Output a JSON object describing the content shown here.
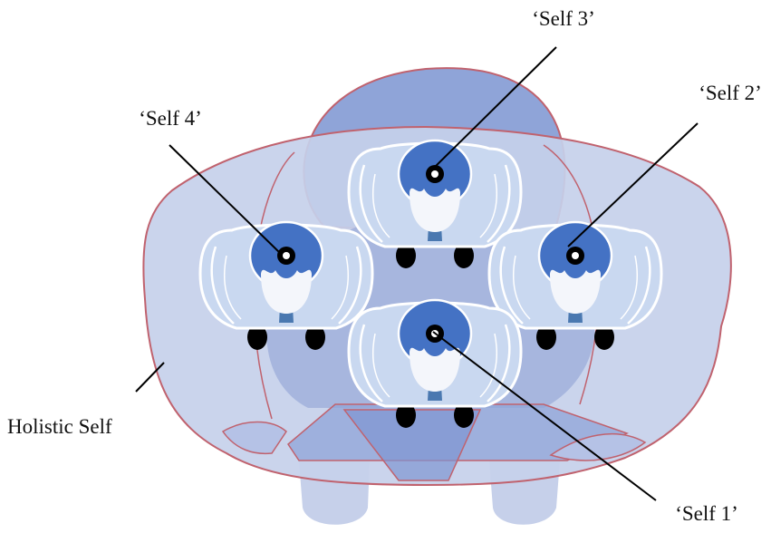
{
  "labels": {
    "self1": "‘Self 1’",
    "self2": "‘Self 2’",
    "self3": "‘Self 3’",
    "self4": "‘Self 4’",
    "holistic": "Holistic Self"
  },
  "colors": {
    "container_fill": "#c6d0ea",
    "container_stroke": "#c0626e",
    "seat_fill": "#9eaedb",
    "back_fill": "#8fa4d8",
    "figure_body": "#c9d8f0",
    "figure_body_stroke": "#ffffff",
    "head_hair": "#4472c4",
    "face": "#f4f6fb",
    "tie": "#4a78b0",
    "shoe": "#000000",
    "leader_line": "#000000"
  },
  "icons": [
    "person-top-view-icon",
    "eye-dot-icon",
    "couch-icon"
  ]
}
